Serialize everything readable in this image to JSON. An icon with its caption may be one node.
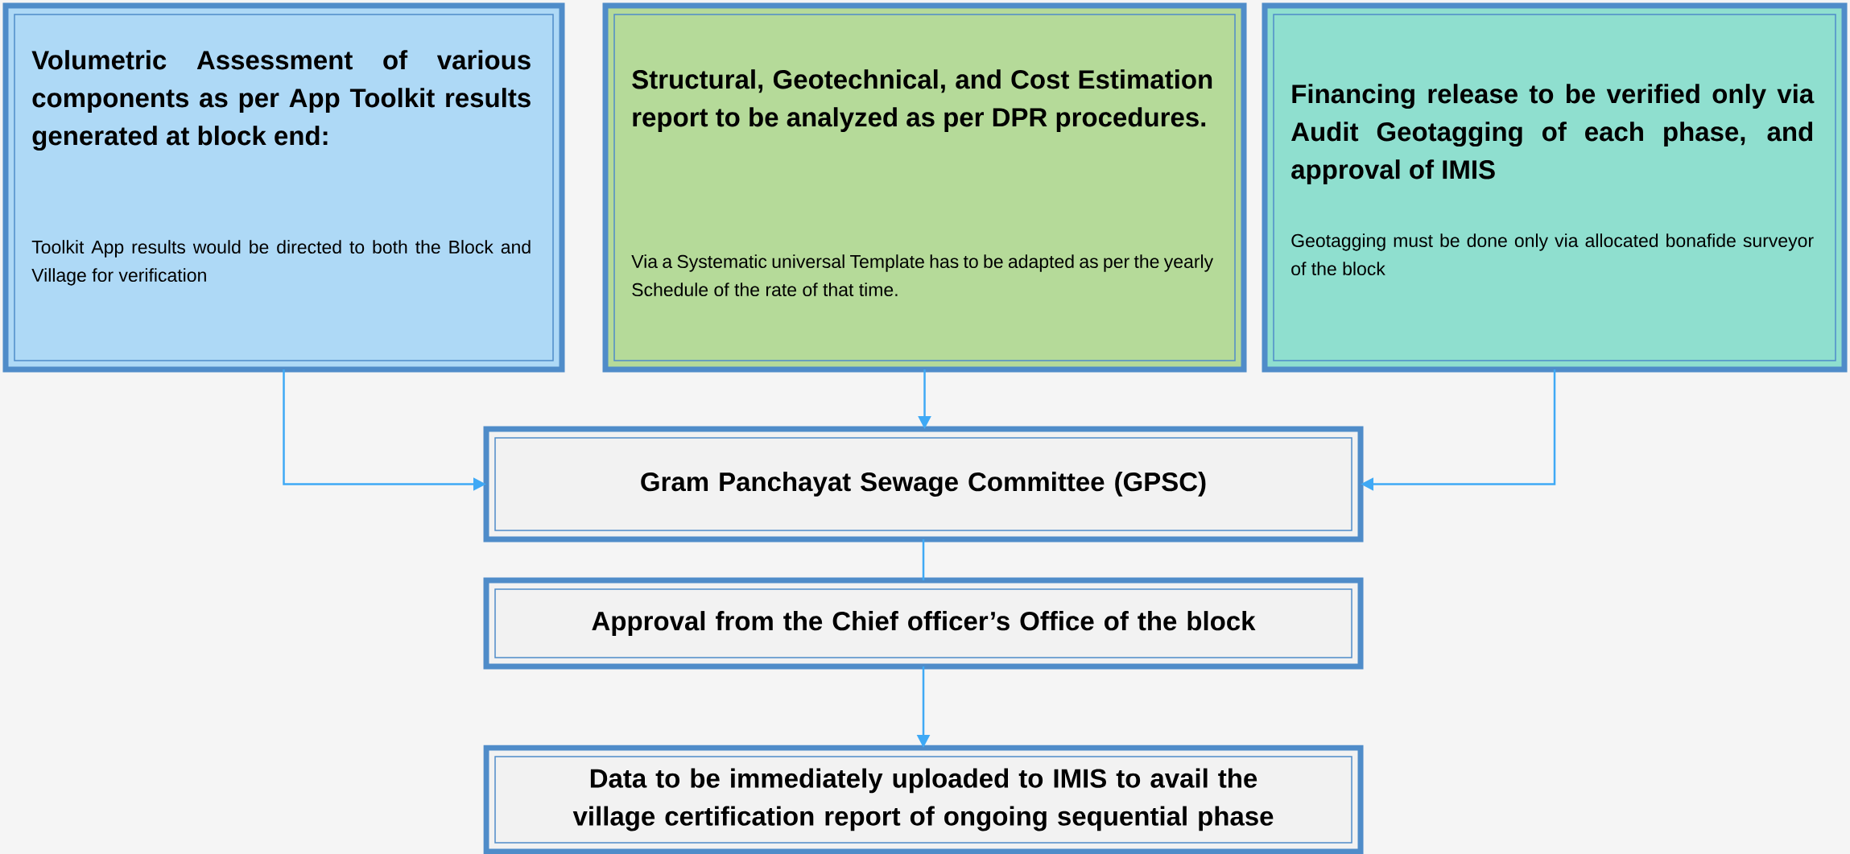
{
  "diagram": {
    "nodes": [
      {
        "text": [
          "Volumetric Assessment of various components as per App Toolkit results generated at block end:",
          "Toolkit App results would be directed to both the Block and Village for verification"
        ]
      },
      {
        "text": [
          "Structural, Geotechnical, and Cost Estimation report to be analyzed as per DPR procedures.",
          "Via a Systematic universal Template has to be adapted as per the yearly Schedule of the rate of that time."
        ]
      },
      {
        "text": [
          "Financing release to be verified only via Audit Geotagging of each phase, and approval of IMIS",
          "Geotagging must be done only via allocated bonafide surveyor of the block"
        ]
      },
      {
        "text": [
          "Gram Panchayat Sewage Committee (GPSC)"
        ]
      },
      {
        "text": [
          "Approval from the Chief officer’s Office of the block"
        ]
      },
      {
        "text": [
          "Data to be immediately uploaded to IMIS to avail the village certification report of ongoing sequential phase"
        ]
      }
    ],
    "edges": [
      {
        "from": 0,
        "to": 3,
        "arrow": "to"
      },
      {
        "from": 1,
        "to": 3,
        "arrow": "to"
      },
      {
        "from": 2,
        "to": 3,
        "arrow": "to"
      },
      {
        "from": 3,
        "to": 4,
        "arrow": "none"
      },
      {
        "from": 4,
        "to": 5,
        "arrow": "to"
      }
    ]
  }
}
